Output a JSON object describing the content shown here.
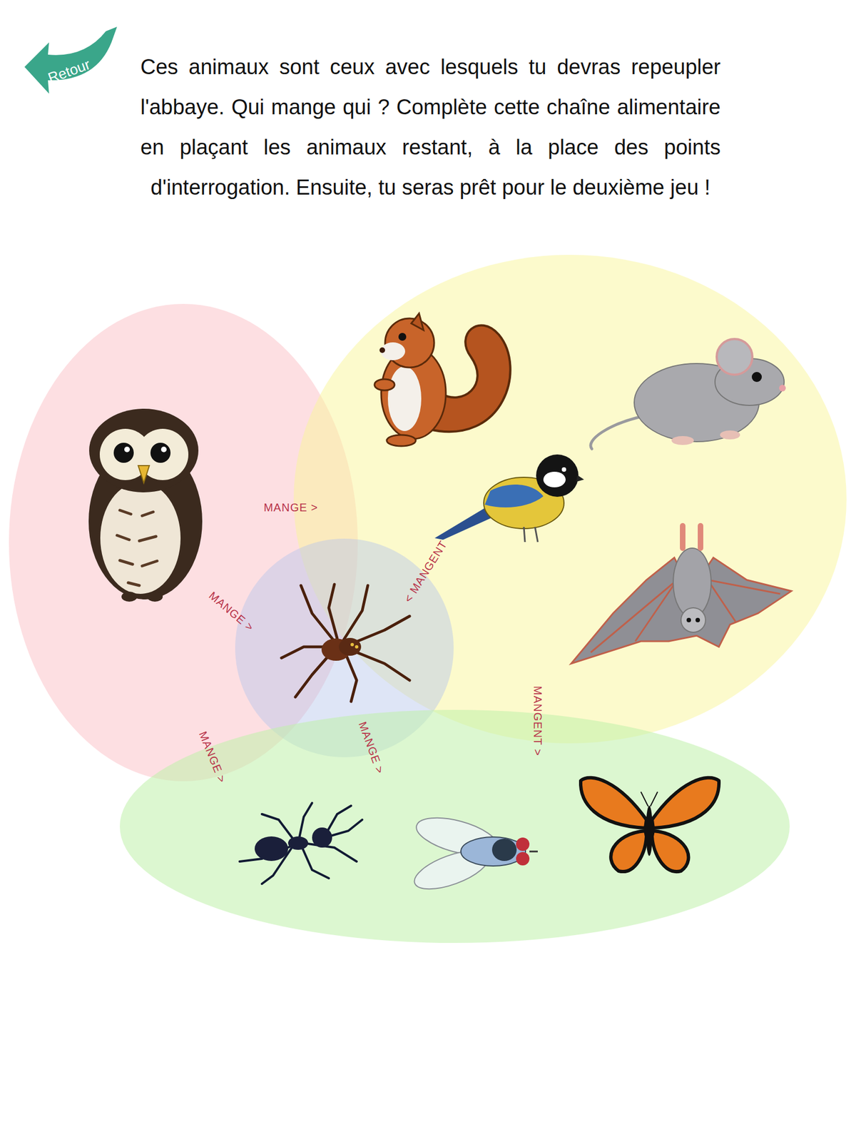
{
  "diagram": {
    "nodes": [
      {
        "text": [
          "Retour"
        ]
      }
    ],
    "labels": [
      "Ces animaux sont ceux avec lesquels tu devras repeupler l'abbaye. Qui mange qui ? Complète cette chaîne alimentaire en plaçant les animaux restant, à la place des points d'interrogation. Ensuite, tu seras prêt pour le deuxième jeu !",
      "MANGE >",
      "< MANGENT",
      "MANGE >",
      "MANGENT >",
      "MANGE >",
      "MANGE >"
    ]
  }
}
